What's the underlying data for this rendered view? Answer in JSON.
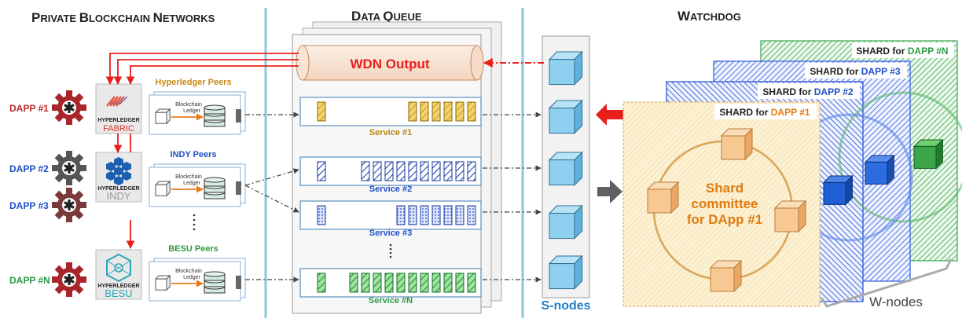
{
  "sections": {
    "private": {
      "big1": "P",
      "small1": "RIVATE ",
      "big2": "B",
      "small2": "LOCKCHAIN ",
      "big3": "N",
      "small3": "ETWORKS"
    },
    "queue": {
      "big1": "D",
      "small1": "ATA ",
      "big2": "Q",
      "small2": "UEUE"
    },
    "watchdog": {
      "big1": "W",
      "small1": "ATCHDOG"
    }
  },
  "wdn_output": "WDN Output",
  "dapps": [
    {
      "label": "DAPP #1",
      "color": "#c0282d"
    },
    {
      "label": "DAPP #2",
      "color": "#1f4fc8"
    },
    {
      "label": "DAPP #3",
      "color": "#1f4fc8"
    },
    {
      "label": "DAPP #N",
      "color": "#2e9b45"
    }
  ],
  "frameworks": [
    {
      "brand": "HYPERLEDGER",
      "name": "FABRIC",
      "name_color": "#d9342b",
      "peers_label": "Hyperledger Peers",
      "peers_color": "#c98a17",
      "icon": "fabric-logo-icon"
    },
    {
      "brand": "HYPERLEDGER",
      "name": "INDY",
      "name_color": "#9a9a9a",
      "peers_label": "INDY Peers",
      "peers_color": "#1f4fc8",
      "icon": "indy-logo-icon"
    },
    {
      "brand": "HYPERLEDGER",
      "name": "BESU",
      "name_color": "#2aa6b4",
      "peers_label": "BESU Peers",
      "peers_color": "#2e9b45",
      "icon": "besu-logo-icon"
    }
  ],
  "ledger": {
    "line1": "Blockchain",
    "line2": "Ledger"
  },
  "services": [
    {
      "label": "Service #1",
      "color": "#b7860f",
      "fill": "#f3d36b"
    },
    {
      "label": "Service #2",
      "color": "#1f4fc8",
      "fill": "#6d8ee0"
    },
    {
      "label": "Service #3",
      "color": "#1f4fc8",
      "fill": "#8ea9ec"
    },
    {
      "label": "Service #N",
      "color": "#2e9b45",
      "fill": "#6fcf6f"
    }
  ],
  "snodes_label": "S-nodes",
  "shards": [
    {
      "prefix": "SHARD for ",
      "dapp": "DAPP #N",
      "color": "#2e9b45"
    },
    {
      "prefix": "SHARD for ",
      "dapp": "DAPP #3",
      "color": "#1f4fc8"
    },
    {
      "prefix": "SHARD for ",
      "dapp": "DAPP #2",
      "color": "#1f4fc8"
    },
    {
      "prefix": "SHARD for ",
      "dapp": "DAPP #1",
      "color": "#e07b10"
    }
  ],
  "committee": {
    "line1": "Shard",
    "line2": "committee",
    "line3": "for DApp #1"
  },
  "wnodes_label": "W-nodes",
  "colors": {
    "red_arrow": "#e8201c",
    "divider": "#8fc6d8",
    "cube": "#8fd0ee",
    "shard_gold": "#f6d79a"
  }
}
